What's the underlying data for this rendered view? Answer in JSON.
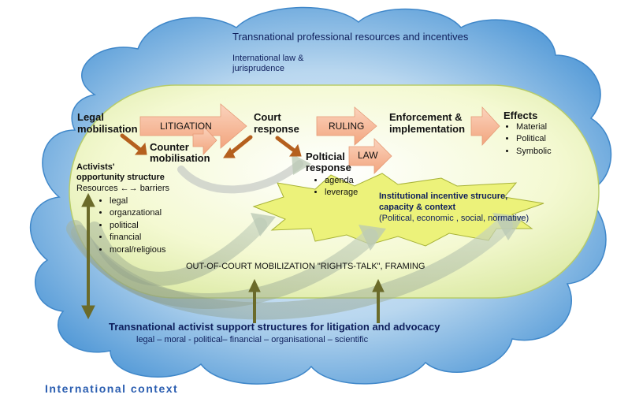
{
  "transnational_resources": {
    "title": "Transnational professional resources and incentives",
    "sub1": "International law &",
    "sub2": "jurisprudence"
  },
  "process": {
    "legal_mob_1": "Legal",
    "legal_mob_2": "mobilisation",
    "litigation": "LITIGATION",
    "counter_1": "Counter",
    "counter_2": "mobilisation",
    "court_1": "Court",
    "court_2": "response",
    "ruling": "RULING",
    "enforcement_1": "Enforcement &",
    "enforcement_2": "implementation",
    "effects_title": "Effects",
    "effects_items": [
      "Material",
      "Political",
      "Symbolic"
    ],
    "political_1": "Polticial",
    "political_2": "response",
    "law": "LAW",
    "political_items": [
      "agenda",
      "leverage"
    ]
  },
  "opportunity": {
    "title_1": "Activists'",
    "title_2": "opportunity structure",
    "resources": "Resources ←→ barriers",
    "items": [
      "legal",
      "organzational",
      "political",
      "financial",
      "moral/religious"
    ]
  },
  "institutional": {
    "title_1": "Institutional incentive strucure,",
    "title_2": "capacity & context",
    "sub": "(Political, economic , social, normative)"
  },
  "out_of_court": "OUT-OF-COURT  MOBILIZATION \"RIGHTS-TALK\", FRAMING",
  "support": {
    "title": "Transnational activist support structures for litigation and advocacy",
    "sub": "legal – moral - political– financial – organisational – scientific"
  },
  "international_context": "International context",
  "colors": {
    "cloud_fill": "#5aa0dc",
    "inner_fill": "#f2f7c8",
    "arrow_salmon": "#f5b898",
    "arrow_brown": "#b5601e",
    "arrow_olive": "#6b6b2a",
    "star_fill": "#ecf27a",
    "text_blue": "#2a5db0"
  }
}
